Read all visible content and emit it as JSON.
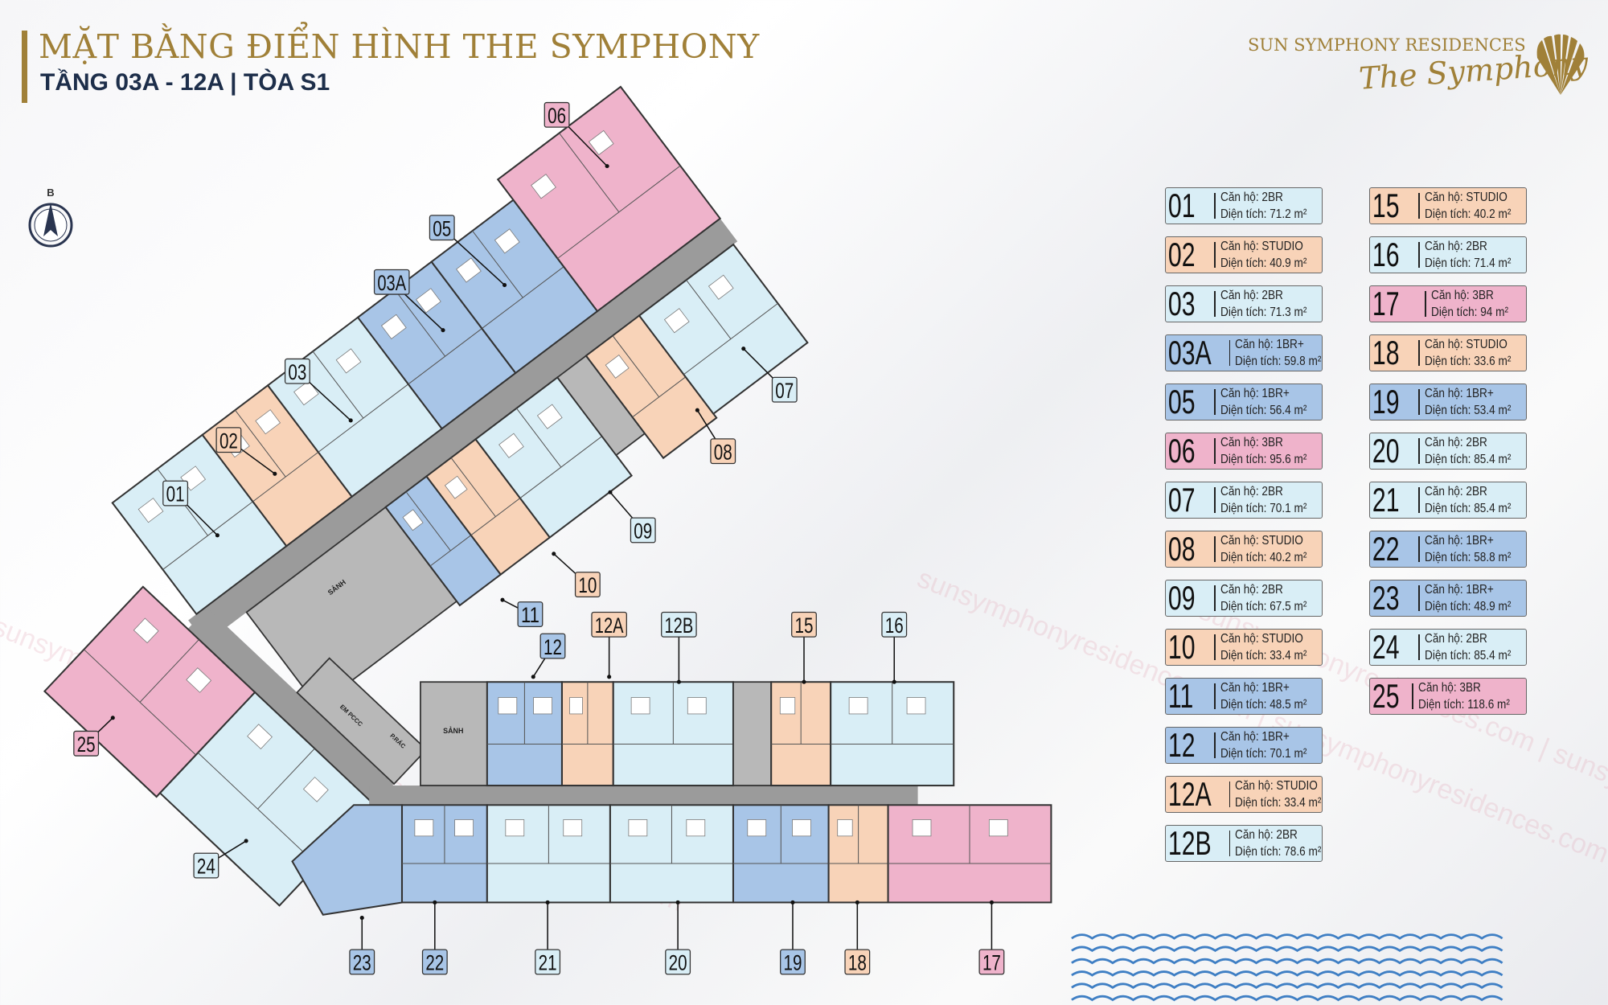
{
  "header": {
    "title": "MẶT BẰNG ĐIỂN HÌNH THE SYMPHONY",
    "subtitle": "TẦNG 03A - 12A | TÒA S1"
  },
  "brand": {
    "name": "SUN SYMPHONY RESIDENCES",
    "script": "The Symphony"
  },
  "compass": {
    "label": "B"
  },
  "colors": {
    "light": "#d9eef6",
    "peach": "#f8d3b8",
    "blue": "#a8c5e7",
    "pink": "#efb3cb",
    "gold": "#a08038",
    "navy": "#1d2e4a",
    "corridor": "#9b9b9b",
    "core": "#b8b8b8",
    "wave": "#3f7fc4"
  },
  "legend": {
    "type_prefix": "Căn hộ:",
    "area_prefix": "Diện tích:",
    "unit": "m²",
    "left": [
      {
        "num": "01",
        "type": "2BR",
        "area": "71.2",
        "color": "light"
      },
      {
        "num": "02",
        "type": "STUDIO",
        "area": "40.9",
        "color": "peach"
      },
      {
        "num": "03",
        "type": "2BR",
        "area": "71.3",
        "color": "light"
      },
      {
        "num": "03A",
        "type": "1BR+",
        "area": "59.8",
        "color": "blue"
      },
      {
        "num": "05",
        "type": "1BR+",
        "area": "56.4",
        "color": "blue"
      },
      {
        "num": "06",
        "type": "3BR",
        "area": "95.6",
        "color": "pink"
      },
      {
        "num": "07",
        "type": "2BR",
        "area": "70.1",
        "color": "light"
      },
      {
        "num": "08",
        "type": "STUDIO",
        "area": "40.2",
        "color": "peach"
      },
      {
        "num": "09",
        "type": "2BR",
        "area": "67.5",
        "color": "light"
      },
      {
        "num": "10",
        "type": "STUDIO",
        "area": "33.4",
        "color": "peach"
      },
      {
        "num": "11",
        "type": "1BR+",
        "area": "48.5",
        "color": "blue"
      },
      {
        "num": "12",
        "type": "1BR+",
        "area": "70.1",
        "color": "blue"
      },
      {
        "num": "12A",
        "type": "STUDIO",
        "area": "33.4",
        "color": "peach"
      },
      {
        "num": "12B",
        "type": "2BR",
        "area": "78.6",
        "color": "light"
      }
    ],
    "right": [
      {
        "num": "15",
        "type": "STUDIO",
        "area": "40.2",
        "color": "peach"
      },
      {
        "num": "16",
        "type": "2BR",
        "area": "71.4",
        "color": "light"
      },
      {
        "num": "17",
        "type": "3BR",
        "area": "94",
        "color": "pink"
      },
      {
        "num": "18",
        "type": "STUDIO",
        "area": "33.6",
        "color": "peach"
      },
      {
        "num": "19",
        "type": "1BR+",
        "area": "53.4",
        "color": "blue"
      },
      {
        "num": "20",
        "type": "2BR",
        "area": "85.4",
        "color": "light"
      },
      {
        "num": "21",
        "type": "2BR",
        "area": "85.4",
        "color": "light"
      },
      {
        "num": "22",
        "type": "1BR+",
        "area": "58.8",
        "color": "blue"
      },
      {
        "num": "23",
        "type": "1BR+",
        "area": "48.9",
        "color": "blue"
      },
      {
        "num": "24",
        "type": "2BR",
        "area": "85.4",
        "color": "light"
      },
      {
        "num": "25",
        "type": "3BR",
        "area": "118.6",
        "color": "pink"
      }
    ]
  },
  "plan": {
    "labels": [
      "06",
      "05",
      "03A",
      "03",
      "02",
      "01",
      "25",
      "24",
      "23",
      "22",
      "21",
      "20",
      "19",
      "18",
      "17",
      "11",
      "10",
      "09",
      "08",
      "07",
      "12",
      "12A",
      "12B",
      "15",
      "16"
    ],
    "lobby": "SẢNH",
    "lobby2": "SẢNH",
    "fire_room": "EM PCCC",
    "trash_room": "P.RÁC"
  },
  "watermark": "sunsymphonyresidences.com | sunsymphonyresidences.com"
}
